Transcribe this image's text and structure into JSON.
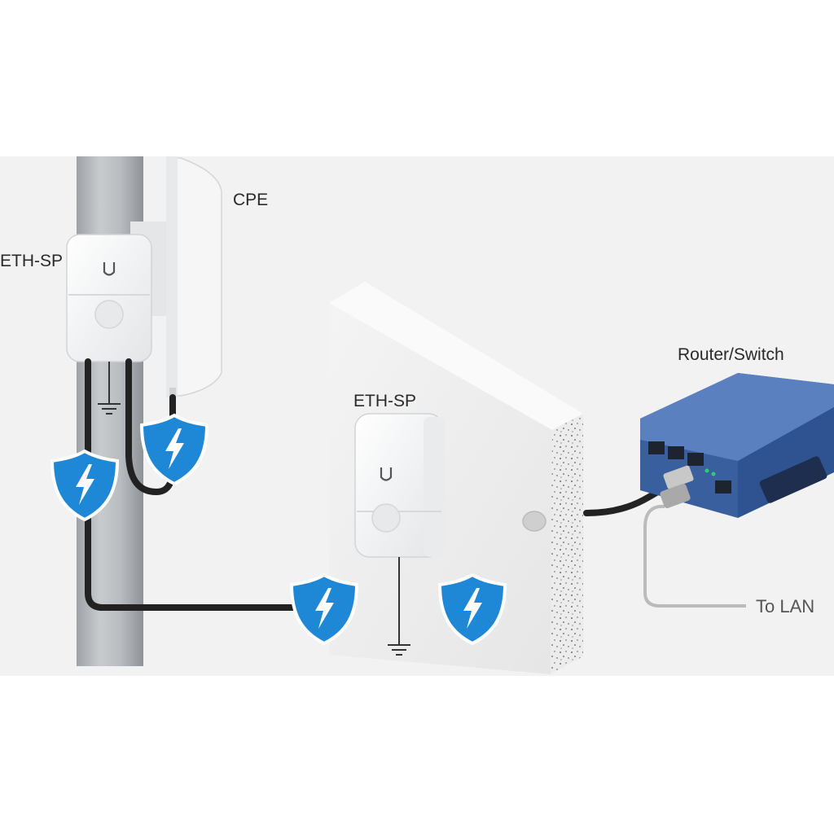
{
  "labels": {
    "cpe": "CPE",
    "eth_sp_pole": "ETH-SP",
    "eth_sp_wall": "ETH-SP",
    "router_switch": "Router/Switch",
    "to_lan": "To LAN"
  },
  "icons": {
    "shield": "lightning-shield-icon",
    "ground": "ground-symbol-icon",
    "brand": "ubiquiti-u-logo"
  },
  "colors": {
    "background_panel": "#f2f2f2",
    "shield_blue": "#1e88d6",
    "cable": "#222222",
    "switch_blue": "#3b64a6",
    "port_led": "#2ecc71"
  }
}
